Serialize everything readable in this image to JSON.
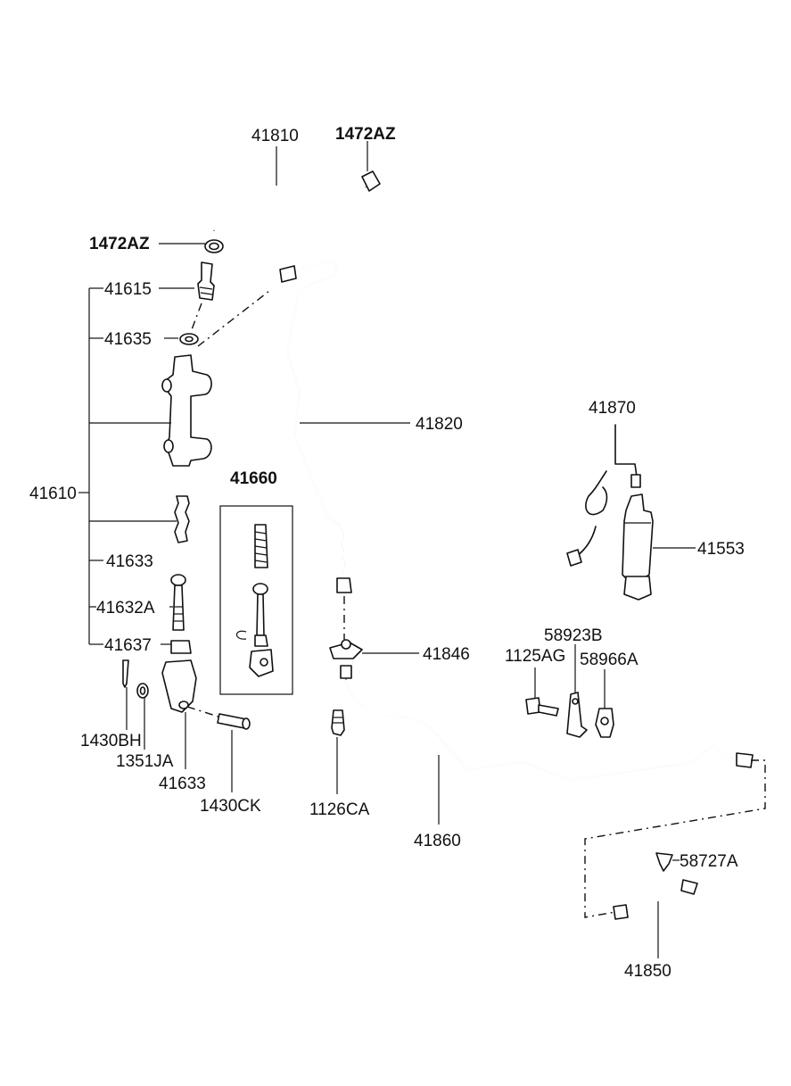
{
  "labels": {
    "p41810": "41810",
    "p1472az_top": "1472AZ",
    "p1472az_left": "1472AZ",
    "p41615": "41615",
    "p41635": "41635",
    "p41820": "41820",
    "p41870": "41870",
    "p41660": "41660",
    "p41610": "41610",
    "p41553": "41553",
    "p41633_a": "41633",
    "p41632a": "41632A",
    "p41637": "41637",
    "p58923b": "58923B",
    "p1125ag": "1125AG",
    "p58966a": "58966A",
    "p41846": "41846",
    "p1430bh": "1430BH",
    "p1351ja": "1351JA",
    "p41633_b": "41633",
    "p1430ck": "1430CK",
    "p1126ca": "1126CA",
    "p41860": "41860",
    "p58727a": "58727A",
    "p41850": "41850"
  }
}
